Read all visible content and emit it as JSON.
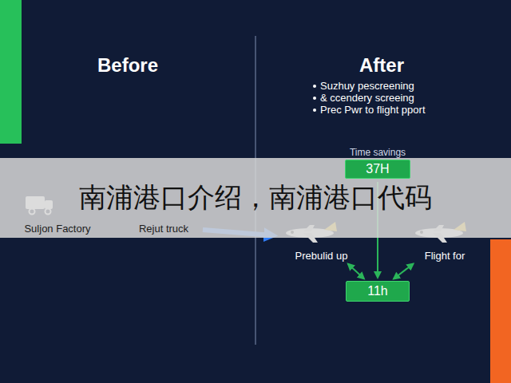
{
  "diagram": {
    "nodes": [
      {
        "text": [
          "Suljon Factory"
        ]
      },
      {
        "text": [
          "Rejut truck"
        ]
      },
      {
        "text": [
          "Prebulid up"
        ]
      },
      {
        "text": [
          "Flight for"
        ]
      },
      {
        "text": [
          "Time savings",
          "37H"
        ]
      },
      {
        "text": [
          "11h"
        ]
      }
    ],
    "edges": [
      {
        "from": 1,
        "to": 2,
        "arrow": "to"
      },
      {
        "from": 4,
        "to": 5,
        "arrow": "to"
      },
      {
        "from": 5,
        "to": 2,
        "arrow": "both"
      },
      {
        "from": 5,
        "to": 3,
        "arrow": "both"
      }
    ],
    "labels": [
      "Before",
      "After",
      "Suzhuy pescreening",
      "& ccendery screeing",
      "Prec Pwr to flight pport",
      "南浦港口介绍，南浦港口代码"
    ]
  }
}
